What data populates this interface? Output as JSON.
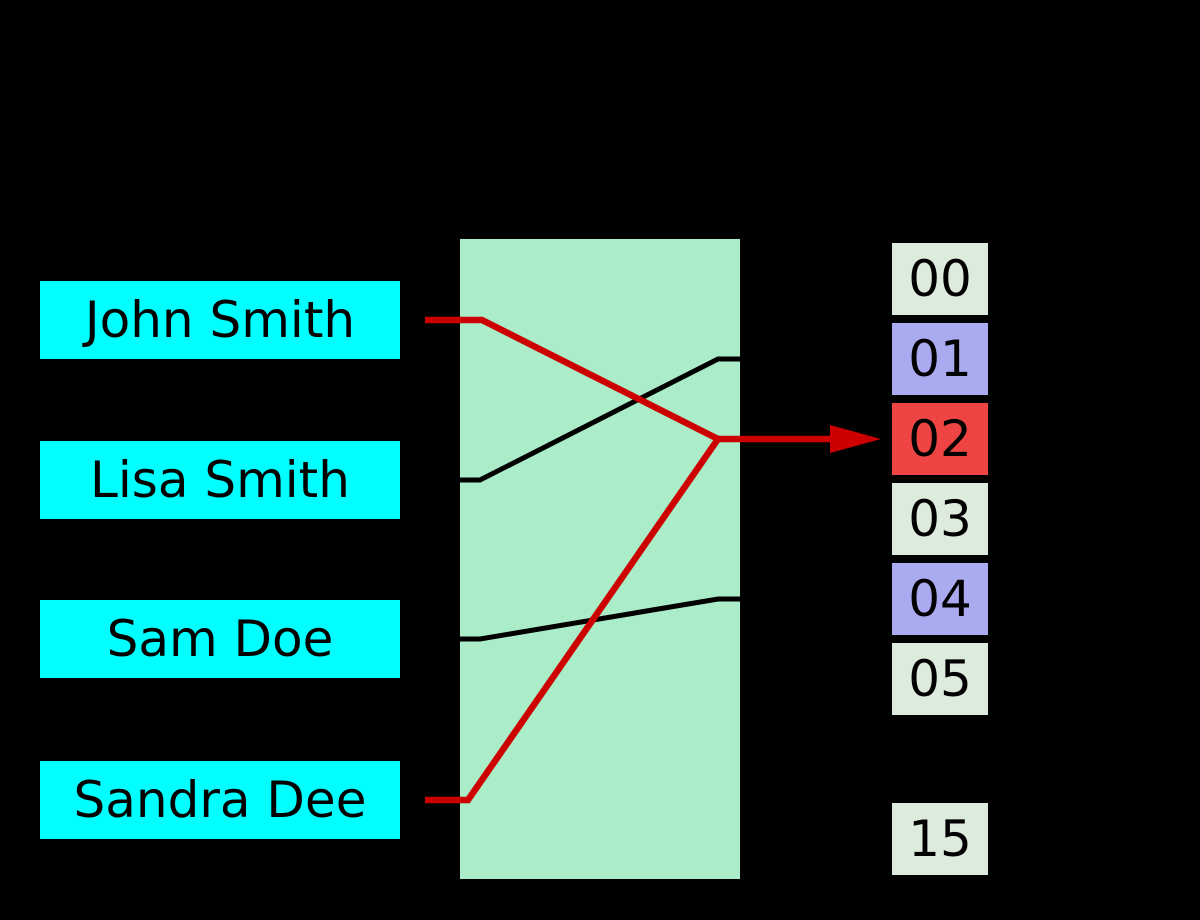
{
  "keys": [
    {
      "label": "John Smith"
    },
    {
      "label": "Lisa Smith"
    },
    {
      "label": "Sam Doe"
    },
    {
      "label": "Sandra Dee"
    }
  ],
  "buckets": [
    {
      "label": "00",
      "color_key": "bucket_empty"
    },
    {
      "label": "01",
      "color_key": "bucket_occupied"
    },
    {
      "label": "02",
      "color_key": "bucket_collision"
    },
    {
      "label": "03",
      "color_key": "bucket_empty"
    },
    {
      "label": "04",
      "color_key": "bucket_occupied"
    },
    {
      "label": "05",
      "color_key": "bucket_empty"
    },
    {
      "label": "15",
      "color_key": "bucket_empty"
    }
  ],
  "edges": [
    {
      "from": "John Smith",
      "to": "02",
      "color": "red"
    },
    {
      "from": "Lisa Smith",
      "to": "01",
      "color": "black"
    },
    {
      "from": "Sam Doe",
      "to": "04",
      "color": "black"
    },
    {
      "from": "Sandra Dee",
      "to": "02",
      "color": "red",
      "note": "collision with John Smith, joint red arrow into bucket 02"
    }
  ],
  "colors": {
    "background": "#000000",
    "key_box": "#00FFFF",
    "hash_box": "#ABEDC9",
    "bucket_empty": "#DDEBDC",
    "bucket_occupied": "#AAAAF0",
    "bucket_collision": "#EE4444",
    "edge_black": "#000000",
    "edge_red": "#CC0000",
    "text": "#000000"
  }
}
